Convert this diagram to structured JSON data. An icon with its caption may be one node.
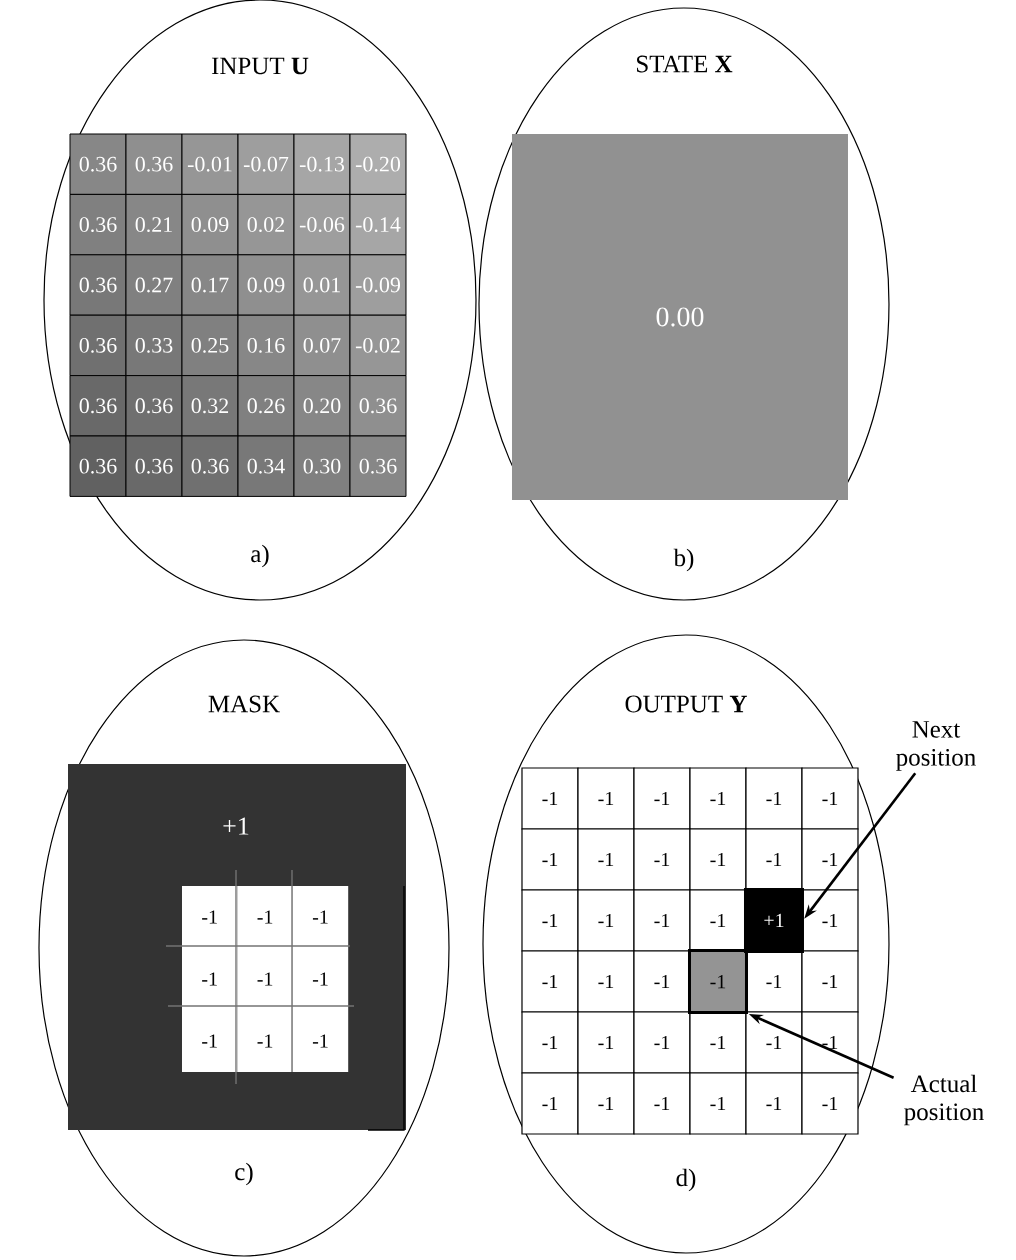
{
  "diagram": {
    "nodes": [
      {
        "text": [
          "INPUT **U**",
          "a)"
        ]
      },
      {
        "text": [
          "STATE **X**",
          "b)"
        ]
      },
      {
        "text": [
          "0.00"
        ],
        "in": 1
      },
      {
        "text": [
          "MASK",
          "c)"
        ]
      },
      {
        "text": [
          "+1"
        ],
        "in": 3
      },
      {
        "text": [
          "OUTPUT **Y**",
          "d)"
        ]
      },
      {
        "text": [
          "+1"
        ],
        "in": 5
      },
      {
        "text": [
          "-1"
        ],
        "in": 5
      },
      {
        "text": [
          "Next position"
        ]
      },
      {
        "text": [
          "Actual position"
        ]
      }
    ],
    "edges": [
      {
        "from": 8,
        "to": 6,
        "arrow": "to"
      },
      {
        "from": 9,
        "to": 7,
        "arrow": "to"
      }
    ],
    "labels": [
      "0.36",
      "0.36",
      "-0.01",
      "-0.07",
      "-0.13",
      "-0.20",
      "0.36",
      "0.21",
      "0.09",
      "0.02",
      "-0.06",
      "-0.14",
      "0.36",
      "0.27",
      "0.17",
      "0.09",
      "0.01",
      "-0.09",
      "0.36",
      "0.33",
      "0.25",
      "0.16",
      "0.07",
      "-0.02",
      "0.36",
      "0.36",
      "0.32",
      "0.26",
      "0.20",
      "0.36",
      "0.36",
      "0.36",
      "0.36",
      "0.34",
      "0.30",
      "0.36",
      "-1",
      "-1",
      "-1",
      "-1",
      "-1",
      "-1",
      "-1",
      "-1",
      "-1",
      "-1",
      "-1",
      "-1",
      "-1",
      "-1",
      "-1",
      "-1",
      "-1",
      "-1",
      "-1",
      "-1",
      "-1",
      "-1",
      "-1",
      "-1",
      "-1",
      "-1",
      "-1",
      "-1",
      "-1",
      "-1",
      "-1",
      "-1",
      "-1",
      "-1",
      "-1",
      "-1",
      "-1",
      "-1",
      "-1",
      "-1",
      "-1",
      "-1",
      "-1"
    ]
  }
}
